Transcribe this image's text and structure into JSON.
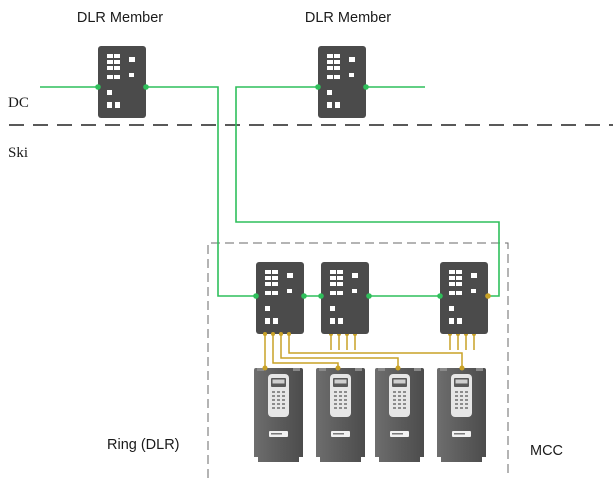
{
  "labels": {
    "dlr_member_1": "DLR Member",
    "dlr_member_2": "DLR Member",
    "dc": "DC",
    "ski": "Ski",
    "ring": "Ring (DLR)",
    "mcc": "MCC"
  },
  "colors": {
    "ethernet_link": "#2fbf5b",
    "drive_link": "#c9a227",
    "zone_boundary": "#6a6a6a",
    "divider": "#222222"
  },
  "icons": {
    "switch": "ethernet-switch-icon",
    "drive": "variable-frequency-drive-icon"
  }
}
